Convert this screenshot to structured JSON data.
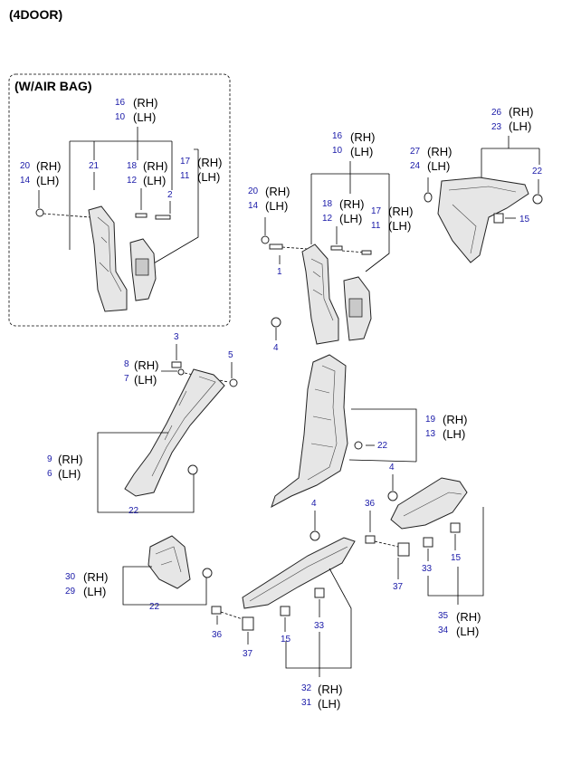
{
  "header": {
    "title": "(4DOOR)",
    "inset_title": "(W/AIR BAG)"
  },
  "sides": {
    "rh": "(RH)",
    "lh": "(LH)"
  },
  "inset": {
    "n16": "16",
    "n10": "10",
    "n20": "20",
    "n14": "14",
    "n21": "21",
    "n18": "18",
    "n12": "12",
    "n17": "17",
    "n11": "11",
    "n2": "2"
  },
  "main": {
    "n16": "16",
    "n10": "10",
    "n20": "20",
    "n14": "14",
    "n18": "18",
    "n12": "12",
    "n17": "17",
    "n11": "11",
    "n1": "1",
    "n4a": "4",
    "n26": "26",
    "n23": "23",
    "n27": "27",
    "n24": "24",
    "n22a": "22",
    "n15a": "15",
    "n3": "3",
    "n5": "5",
    "n8": "8",
    "n7": "7",
    "n19": "19",
    "n13": "13",
    "n22b": "22",
    "n9": "9",
    "n6": "6",
    "n22c": "22",
    "n4b": "4",
    "n4c": "4",
    "n36a": "36",
    "n33a": "33",
    "n15b": "15",
    "n37a": "37",
    "n35": "35",
    "n34": "34",
    "n30": "30",
    "n29": "29",
    "n22d": "22",
    "n36b": "36",
    "n37b": "37",
    "n15c": "15",
    "n33b": "33",
    "n32": "32",
    "n31": "31"
  }
}
